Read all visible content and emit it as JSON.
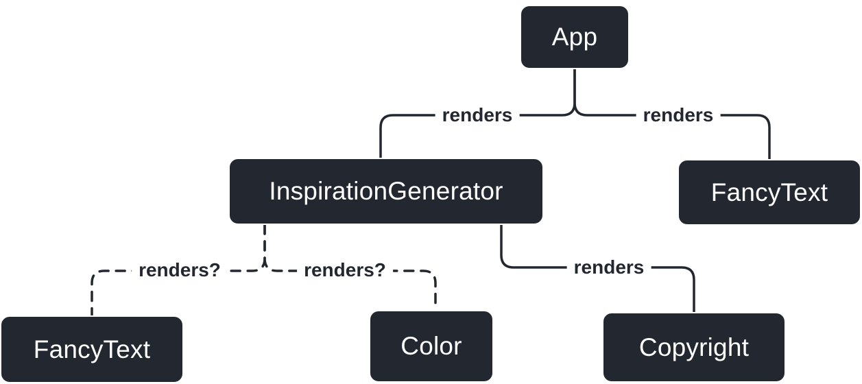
{
  "diagram": {
    "title": "react-component-render-tree",
    "colors": {
      "background": "#ffffff",
      "node_fill": "#23272f",
      "node_border": "#ffffff",
      "node_text": "#ffffff",
      "edge_stroke": "#23272f",
      "edge_label_text": "#23272f"
    },
    "nodes": [
      {
        "id": "app",
        "label": "App"
      },
      {
        "id": "inspiration-generator",
        "label": "InspirationGenerator"
      },
      {
        "id": "fancy-text-top",
        "label": "FancyText"
      },
      {
        "id": "fancy-text-bottom",
        "label": "FancyText"
      },
      {
        "id": "color",
        "label": "Color"
      },
      {
        "id": "copyright",
        "label": "Copyright"
      }
    ],
    "edges": [
      {
        "from": "app",
        "to": "inspiration-generator",
        "label": "renders",
        "style": "solid"
      },
      {
        "from": "app",
        "to": "fancy-text-top",
        "label": "renders",
        "style": "solid"
      },
      {
        "from": "inspiration-generator",
        "to": "fancy-text-bottom",
        "label": "renders?",
        "style": "dashed"
      },
      {
        "from": "inspiration-generator",
        "to": "color",
        "label": "renders?",
        "style": "dashed"
      },
      {
        "from": "inspiration-generator",
        "to": "copyright",
        "label": "renders",
        "style": "solid"
      }
    ]
  }
}
